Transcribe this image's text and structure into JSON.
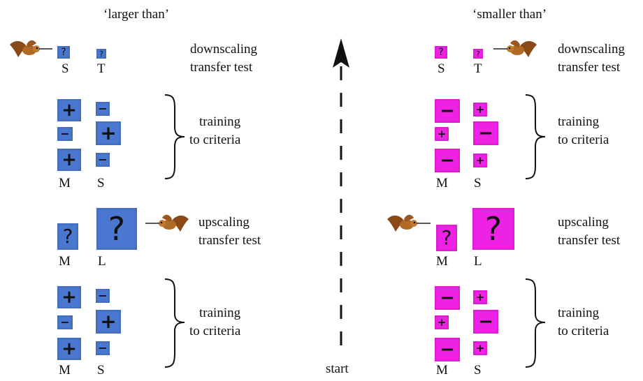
{
  "colors": {
    "blue": "#4a77cf",
    "pink": "#ee22e5"
  },
  "left": {
    "title": "‘larger than’",
    "downscaling": {
      "line1": "downscaling",
      "line2": "transfer test",
      "label_a": "S",
      "label_b": "T"
    },
    "training_top": {
      "line1": "training",
      "line2": "to criteria",
      "label_a": "M",
      "label_b": "S"
    },
    "upscaling": {
      "line1": "upscaling",
      "line2": "transfer test",
      "label_a": "M",
      "label_b": "L"
    },
    "training_bottom": {
      "line1": "training",
      "line2": "to criteria",
      "label_a": "M",
      "label_b": "S"
    }
  },
  "right": {
    "title": "‘smaller than’",
    "downscaling": {
      "line1": "downscaling",
      "line2": "transfer test",
      "label_a": "S",
      "label_b": "T"
    },
    "training_top": {
      "line1": "training",
      "line2": "to criteria",
      "label_a": "M",
      "label_b": "S"
    },
    "upscaling": {
      "line1": "upscaling",
      "line2": "transfer test",
      "label_a": "M",
      "label_b": "L"
    },
    "training_bottom": {
      "line1": "training",
      "line2": "to criteria",
      "label_a": "M",
      "label_b": "S"
    }
  },
  "center": {
    "start_label": "start"
  },
  "symbols": {
    "plus": "+",
    "minus": "−",
    "question": "?"
  },
  "icons": [
    "hummingbird-icon",
    "up-arrow-icon",
    "curly-brace-icon"
  ]
}
